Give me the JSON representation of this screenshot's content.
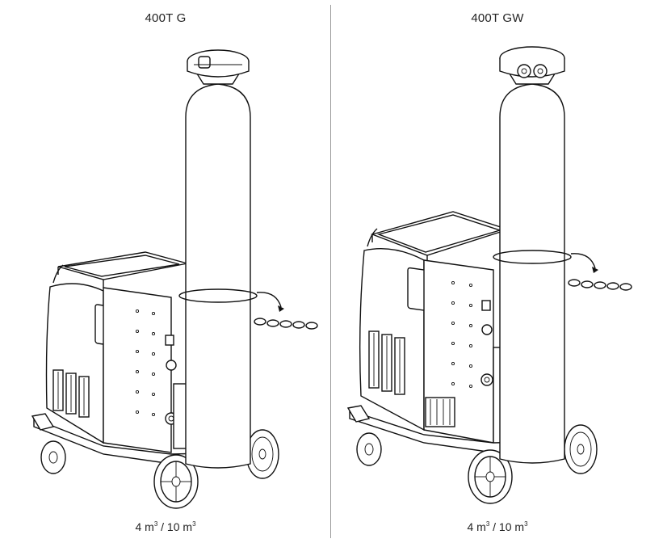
{
  "panels": [
    {
      "title": "400T G",
      "caption_base": "4 m",
      "caption_sep": " / 10 m",
      "caption_sup": "3"
    },
    {
      "title": "400T GW",
      "caption_base": "4 m",
      "caption_sep": " / 10 m",
      "caption_sup": "3"
    }
  ],
  "colors": {
    "line": "#111111",
    "divider": "#9a9a9a",
    "background": "#ffffff"
  },
  "icons": [
    "gas-cylinder-icon",
    "welding-machine-icon",
    "chain-icon",
    "cart-wheel-icon"
  ]
}
